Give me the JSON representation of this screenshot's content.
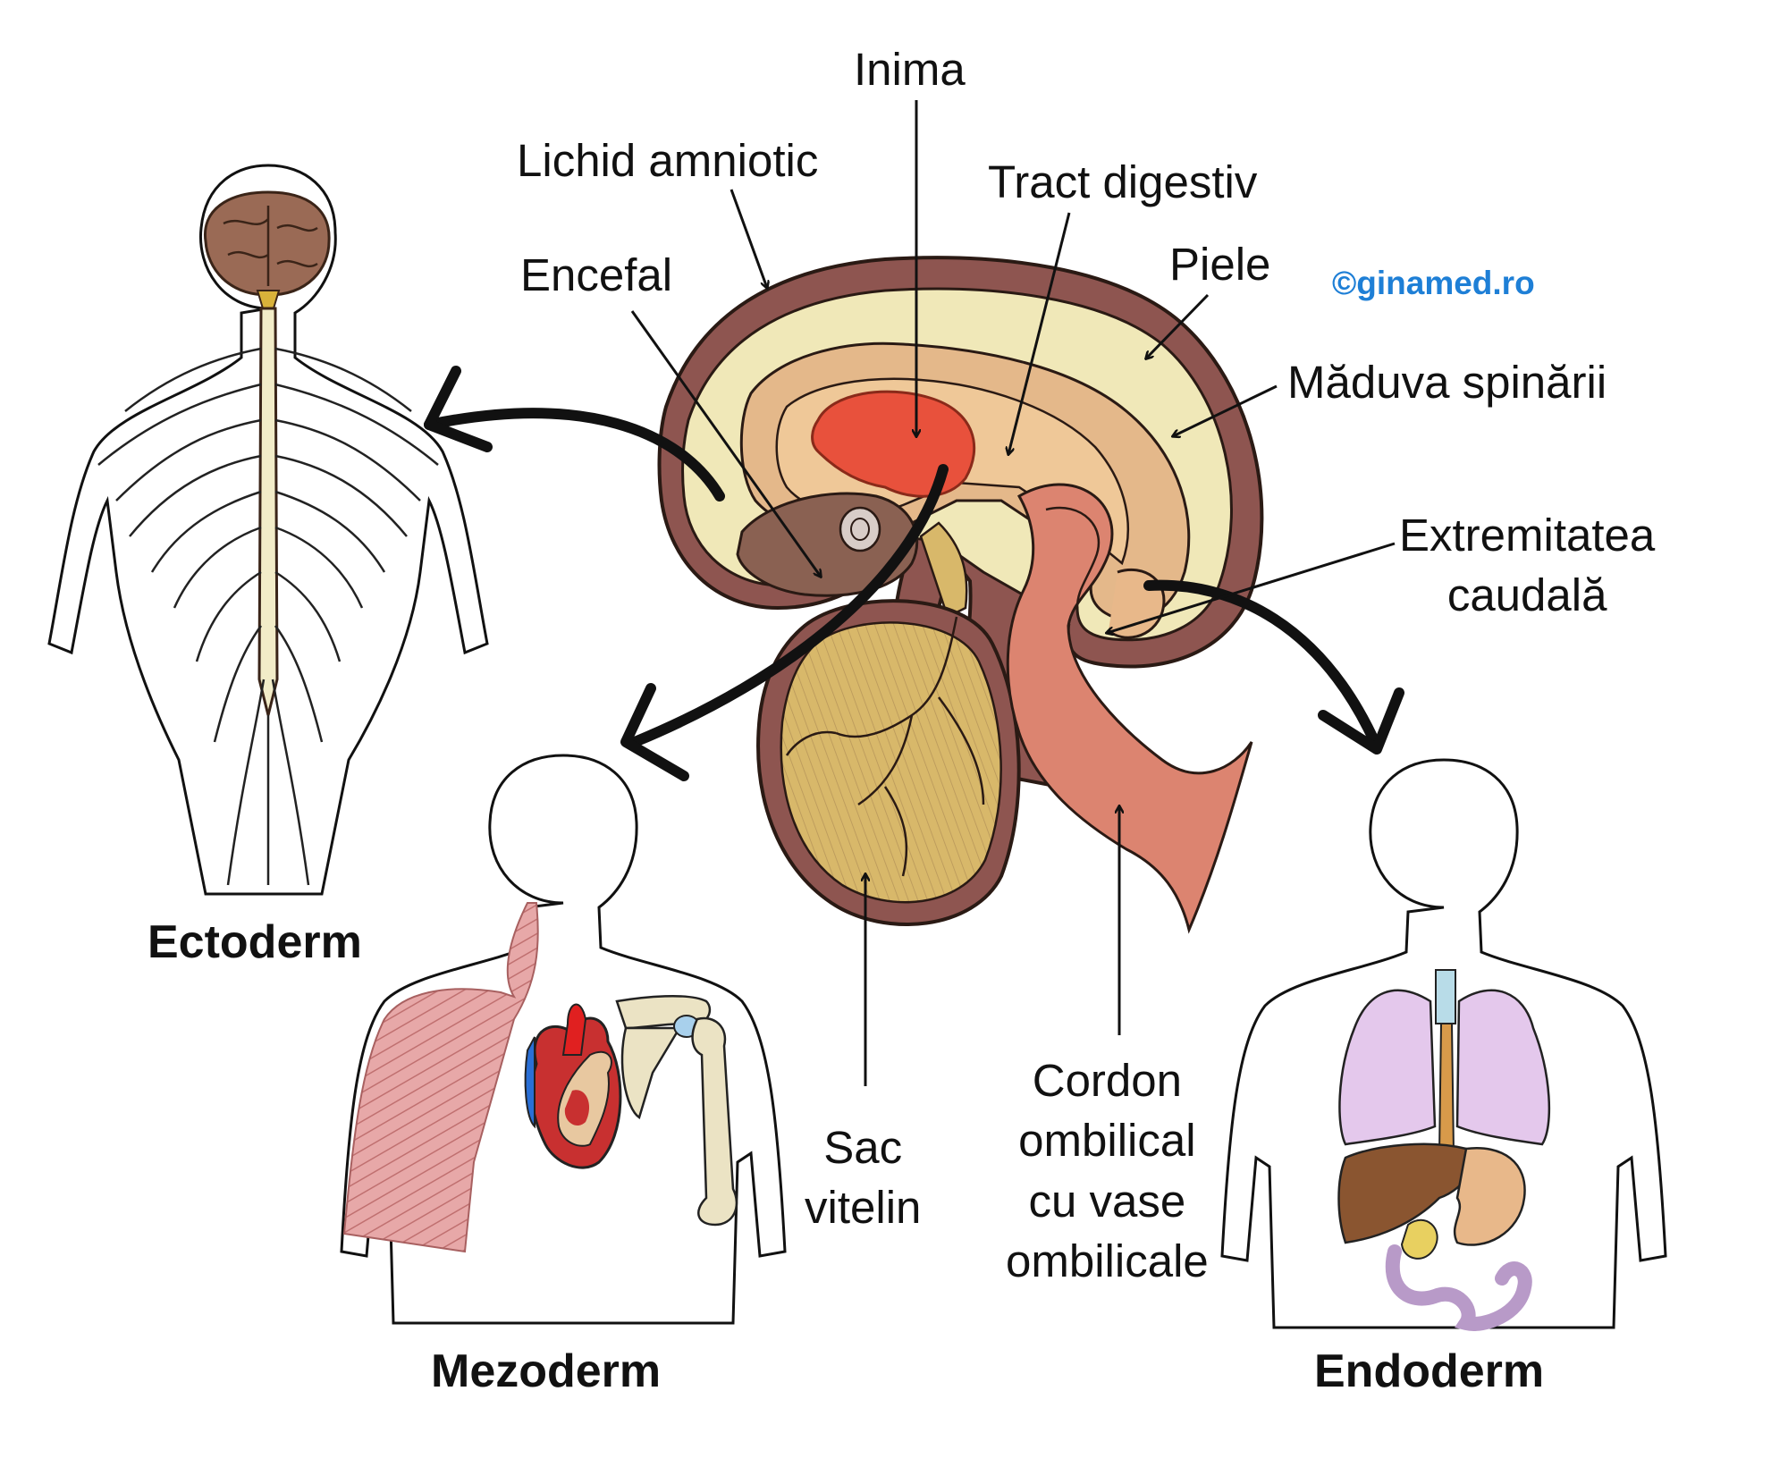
{
  "labels": {
    "inima": "Inima",
    "lichid_amniotic": "Lichid amniotic",
    "tract_digestiv": "Tract digestiv",
    "encefal": "Encefal",
    "piele": "Piele",
    "maduva": "Măduva spinării",
    "extremitatea": [
      "Extremitatea",
      "caudală"
    ],
    "sac_vitelin": [
      "Sac",
      "vitelin"
    ],
    "cordon": [
      "Cordon",
      "ombilical",
      "cu vase",
      "ombilicale"
    ]
  },
  "layers": {
    "ectoderm": "Ectoderm",
    "mezoderm": "Mezoderm",
    "endoderm": "Endoderm"
  },
  "watermark": "©ginamed.ro",
  "colors": {
    "outline": "#2a1a14",
    "amnion": "#8e5550",
    "amniotic_fluid": "#f0e8b8",
    "embryo_tissue": "#e4b88a",
    "heart": "#e8513c",
    "brain": "#8a6152",
    "yolk_sac": "#d8b86a",
    "cord": "#dc8470",
    "muscle": "#e7a8a8",
    "lung": "#e4c8ec",
    "liver": "#8a5530",
    "stomach": "#e8b88a",
    "watermark": "#1e7fd6"
  }
}
